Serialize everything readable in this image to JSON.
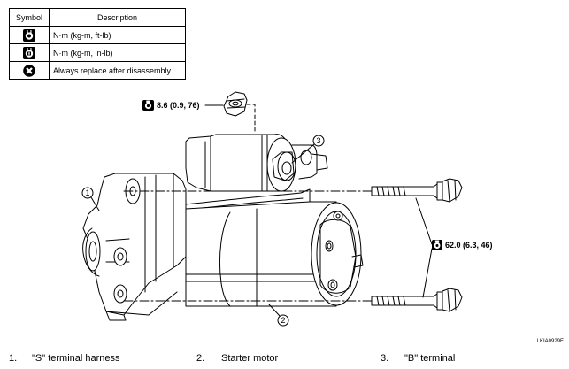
{
  "symbol_table": {
    "header_symbol": "Symbol",
    "header_description": "Description",
    "rows": [
      {
        "icon": "torque-wrench-ft-lb-icon",
        "description": "N·m (kg-m, ft-lb)"
      },
      {
        "icon": "torque-wrench-in-lb-icon",
        "description": "N·m (kg-m, in-lb)"
      },
      {
        "icon": "always-replace-icon",
        "description": "Always replace after disassembly."
      }
    ]
  },
  "torque_specs": {
    "nut": "8.6 (0.9, 76)",
    "bolts": "62.0 (6.3, 46)"
  },
  "callouts": [
    "1",
    "2",
    "3"
  ],
  "figure_id": "LKIA0929E",
  "legend": [
    {
      "num": "1.",
      "label": "\"S\" terminal harness"
    },
    {
      "num": "2.",
      "label": "Starter motor"
    },
    {
      "num": "3.",
      "label": "\"B\" terminal"
    }
  ]
}
